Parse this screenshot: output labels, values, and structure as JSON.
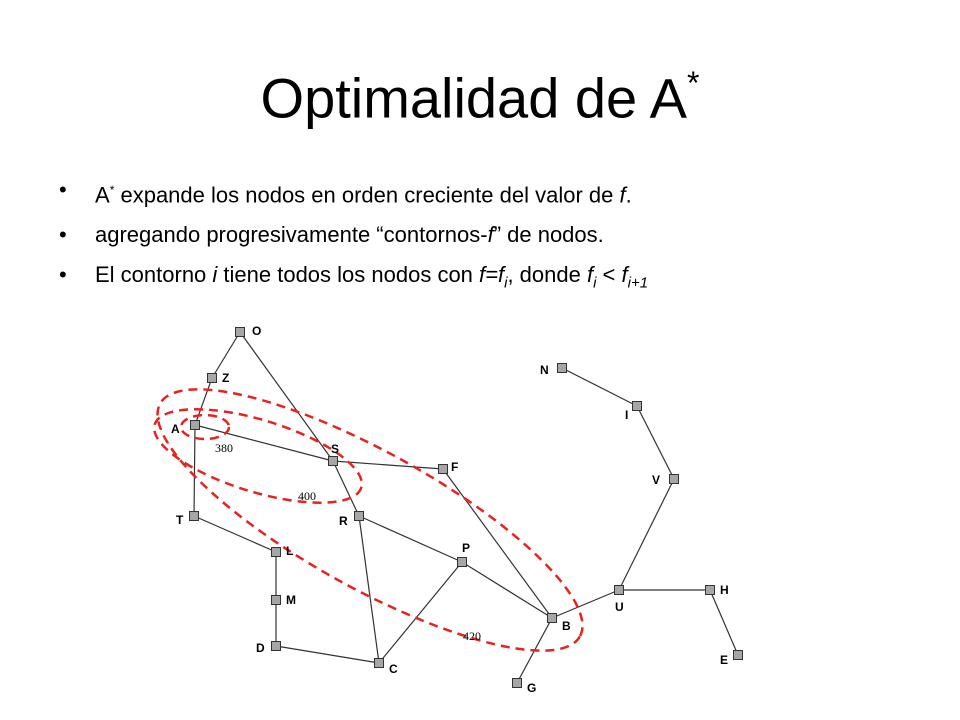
{
  "title": {
    "main": "Optimalidad de A",
    "sup": "*"
  },
  "bullets": [
    {
      "pre": "A",
      "sup": "*",
      "text": " expande los nodos en orden creciente del valor de ",
      "italic": "f",
      "post": "."
    },
    {
      "text": "agregando progresivamente “contornos-",
      "italic": "f",
      "post": "” de nodos."
    },
    {
      "a": "El contorno ",
      "b": "i",
      "c": " tiene todos los nodos con ",
      "d": "f=f",
      "d_sub": "i",
      "e": ",  donde ",
      "f": "f",
      "f_sub": "i",
      "g": " < ",
      "h": "f",
      "h_sub": "i+1"
    }
  ],
  "graph": {
    "nodes": [
      {
        "id": "O",
        "label": "O"
      },
      {
        "id": "Z",
        "label": "Z"
      },
      {
        "id": "A",
        "label": "A"
      },
      {
        "id": "S",
        "label": "S"
      },
      {
        "id": "F",
        "label": "F"
      },
      {
        "id": "T",
        "label": "T"
      },
      {
        "id": "R",
        "label": "R"
      },
      {
        "id": "L",
        "label": "L"
      },
      {
        "id": "P",
        "label": "P"
      },
      {
        "id": "M",
        "label": "M"
      },
      {
        "id": "D",
        "label": "D"
      },
      {
        "id": "C",
        "label": "C"
      },
      {
        "id": "B",
        "label": "B"
      },
      {
        "id": "G",
        "label": "G"
      },
      {
        "id": "U",
        "label": "U"
      },
      {
        "id": "H",
        "label": "H"
      },
      {
        "id": "E",
        "label": "E"
      },
      {
        "id": "N",
        "label": "N"
      },
      {
        "id": "I",
        "label": "I"
      },
      {
        "id": "V",
        "label": "V"
      }
    ],
    "edges": [
      [
        "O",
        "Z"
      ],
      [
        "O",
        "S"
      ],
      [
        "Z",
        "A"
      ],
      [
        "A",
        "S"
      ],
      [
        "A",
        "T"
      ],
      [
        "S",
        "F"
      ],
      [
        "S",
        "R"
      ],
      [
        "T",
        "L"
      ],
      [
        "L",
        "M"
      ],
      [
        "M",
        "D"
      ],
      [
        "D",
        "C"
      ],
      [
        "R",
        "C"
      ],
      [
        "R",
        "P"
      ],
      [
        "P",
        "C"
      ],
      [
        "P",
        "B"
      ],
      [
        "F",
        "B"
      ],
      [
        "B",
        "G"
      ],
      [
        "B",
        "U"
      ],
      [
        "U",
        "H"
      ],
      [
        "H",
        "E"
      ],
      [
        "U",
        "V"
      ],
      [
        "V",
        "I"
      ],
      [
        "I",
        "N"
      ]
    ],
    "contour_labels": [
      "380",
      "400",
      "420"
    ],
    "node_color": "#a6a6a6",
    "contour_color": "#e8231f"
  }
}
